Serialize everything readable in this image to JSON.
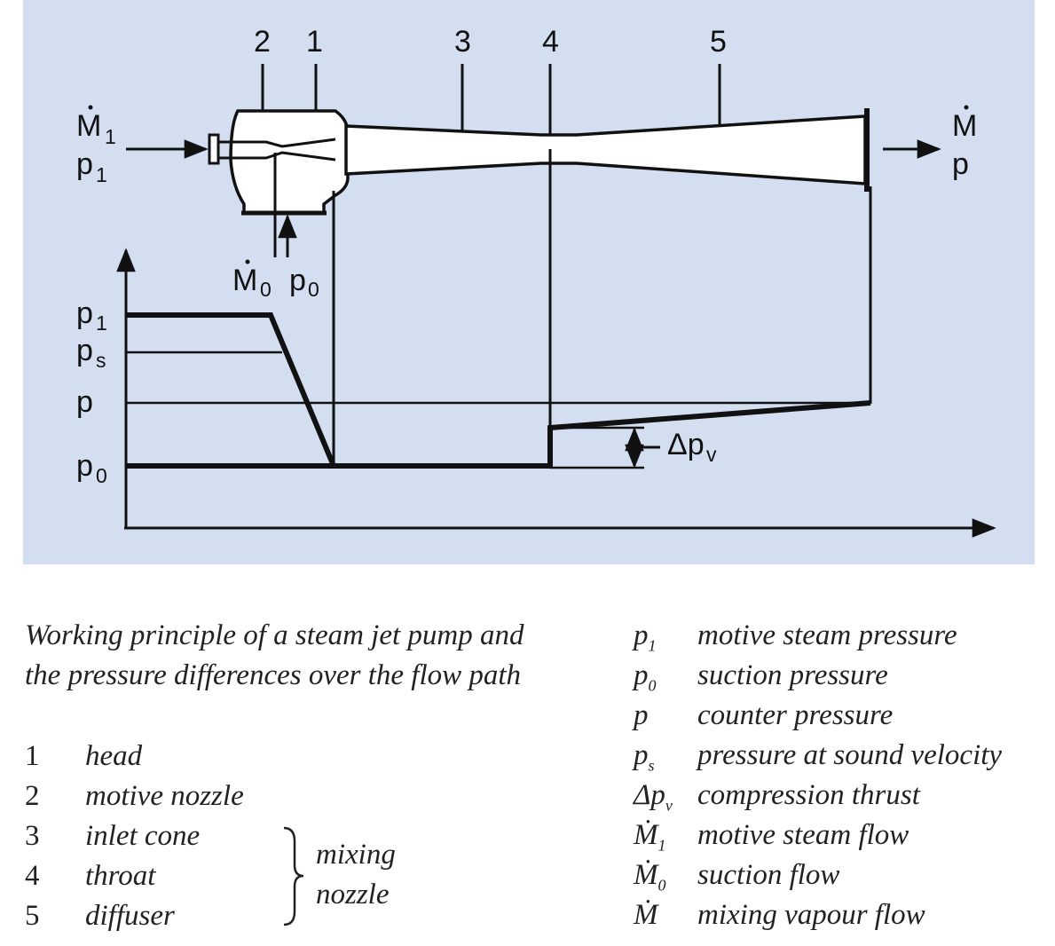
{
  "diagram": {
    "section_markers": [
      "2",
      "1",
      "3",
      "4",
      "5"
    ],
    "inlet_flow": "M",
    "inlet_flow_sub": "1",
    "inlet_pressure": "p",
    "inlet_pressure_sub": "1",
    "outlet_flow": "M",
    "outlet_pressure": "p",
    "suction_flow": "M",
    "suction_flow_sub": "0",
    "suction_pressure": "p",
    "suction_pressure_sub": "0",
    "y_labels": [
      {
        "base": "p",
        "sub": "1"
      },
      {
        "base": "p",
        "sub": "s"
      },
      {
        "base": "p",
        "sub": ""
      },
      {
        "base": "p",
        "sub": "0"
      }
    ],
    "delta_label": "Δp",
    "delta_sub": "v"
  },
  "caption": {
    "line1": "Working principle of a steam jet pump and",
    "line2": "the pressure differences over the flow path"
  },
  "numbered_parts": [
    {
      "num": "1",
      "label": "head"
    },
    {
      "num": "2",
      "label": "motive nozzle"
    },
    {
      "num": "3",
      "label": "inlet cone"
    },
    {
      "num": "4",
      "label": "throat"
    },
    {
      "num": "5",
      "label": "diffuser"
    }
  ],
  "mixing_group": {
    "line1": "mixing",
    "line2": "nozzle"
  },
  "symbols": [
    {
      "sym": "p",
      "sub": "1",
      "desc": "motive steam pressure"
    },
    {
      "sym": "p",
      "sub": "0",
      "desc": "suction pressure"
    },
    {
      "sym": "p",
      "sub": "",
      "desc": "counter pressure"
    },
    {
      "sym": "p",
      "sub": "s",
      "desc": "pressure at sound velocity"
    },
    {
      "sym": "Δp",
      "sub": "v",
      "desc": "compression thrust"
    },
    {
      "sym": "Ṁ",
      "sub": "1",
      "desc": "motive steam flow"
    },
    {
      "sym": "Ṁ",
      "sub": "0",
      "desc": "suction flow"
    },
    {
      "sym": "Ṁ",
      "sub": "",
      "desc": "mixing vapour flow"
    }
  ]
}
